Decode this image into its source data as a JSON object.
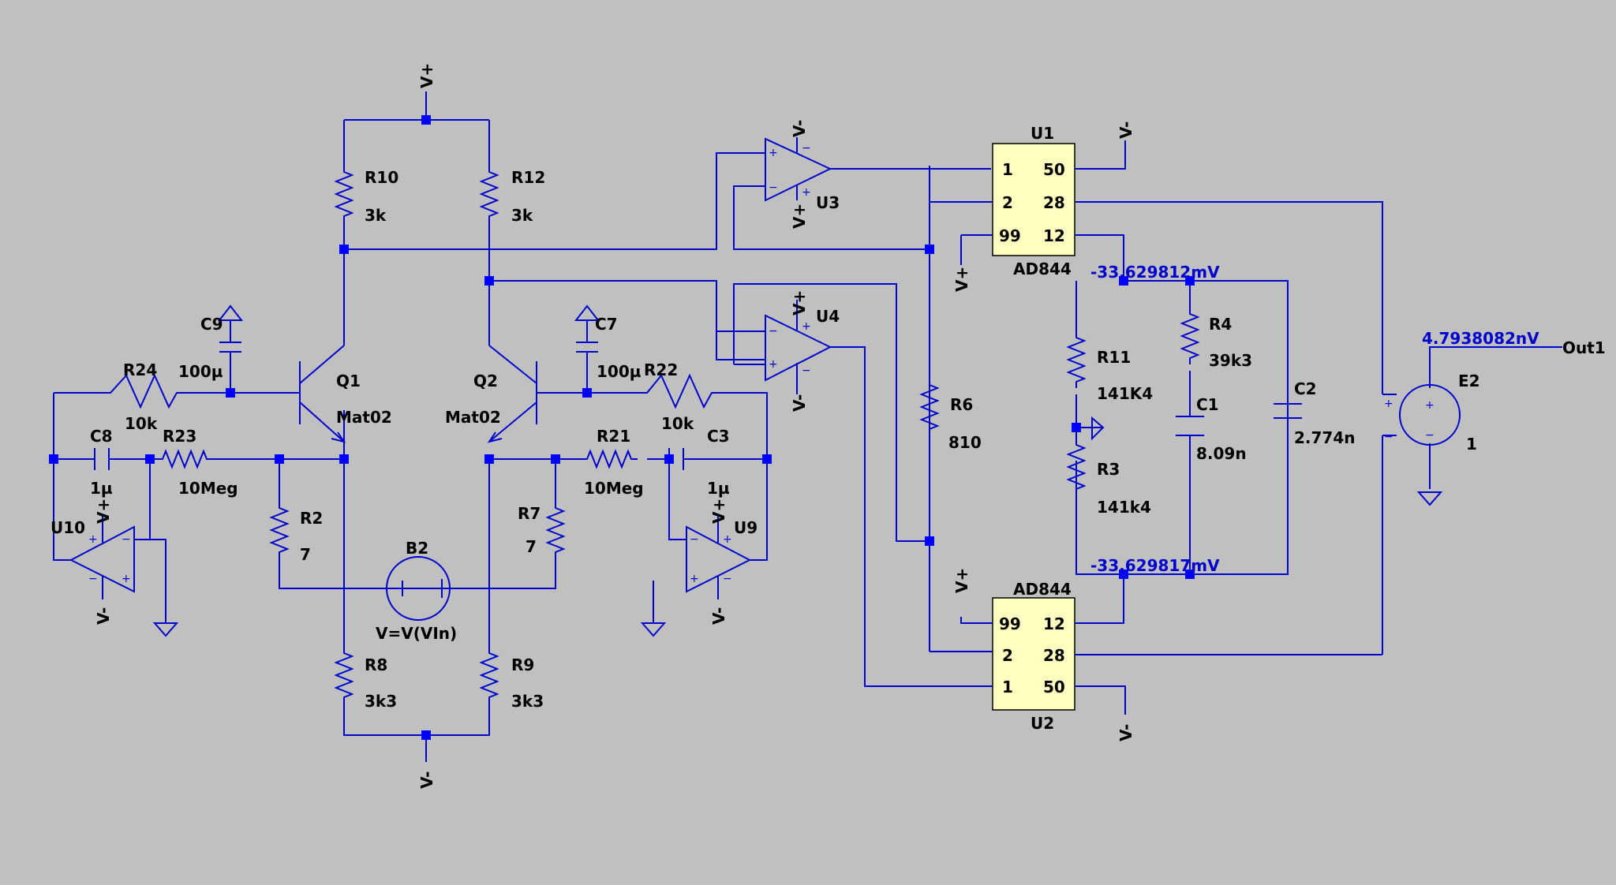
{
  "rails": {
    "vplus": "V+",
    "vminus": "V-"
  },
  "resistors": [
    {
      "name": "R10",
      "value": "3k"
    },
    {
      "name": "R12",
      "value": "3k"
    },
    {
      "name": "R24",
      "value": "10k"
    },
    {
      "name": "R23",
      "value": "10Meg"
    },
    {
      "name": "R2",
      "value": "7"
    },
    {
      "name": "R8",
      "value": "3k3"
    },
    {
      "name": "R9",
      "value": "3k3"
    },
    {
      "name": "R7",
      "value": "7"
    },
    {
      "name": "R21",
      "value": "10Meg"
    },
    {
      "name": "R22",
      "value": "10k"
    },
    {
      "name": "R6",
      "value": "810"
    },
    {
      "name": "R11",
      "value": "141K4"
    },
    {
      "name": "R3",
      "value": "141k4"
    },
    {
      "name": "R4",
      "value": "39k3"
    }
  ],
  "capacitors": [
    {
      "name": "C9",
      "value": "100µ"
    },
    {
      "name": "C8",
      "value": "1µ"
    },
    {
      "name": "C7",
      "value": "100µ"
    },
    {
      "name": "C3",
      "value": "1µ"
    },
    {
      "name": "C1",
      "value": "8.09n"
    },
    {
      "name": "C2",
      "value": "2.774n"
    }
  ],
  "transistors": [
    {
      "name": "Q1",
      "model": "Mat02"
    },
    {
      "name": "Q2",
      "model": "Mat02"
    }
  ],
  "opamps": [
    "U3",
    "U4",
    "U10",
    "U9"
  ],
  "source_b2": {
    "name": "B2",
    "expr": "V=V(VIn)"
  },
  "source_e2": {
    "name": "E2",
    "gain": "1"
  },
  "ad844_top": {
    "ref": "U1",
    "model": "AD844",
    "pins_left": [
      "1",
      "2",
      "99"
    ],
    "pins_right": [
      "50",
      "28",
      "12"
    ]
  },
  "ad844_bottom": {
    "ref": "U2",
    "model": "AD844",
    "pins_left": [
      "99",
      "2",
      "1"
    ],
    "pins_right": [
      "12",
      "28",
      "50"
    ]
  },
  "voltages": {
    "top": "-33.629812mV",
    "bottom": "-33.629817mV",
    "out": "4.7938082nV"
  },
  "out_label": "Out1",
  "signs": {
    "plus": "+",
    "minus": "−"
  }
}
